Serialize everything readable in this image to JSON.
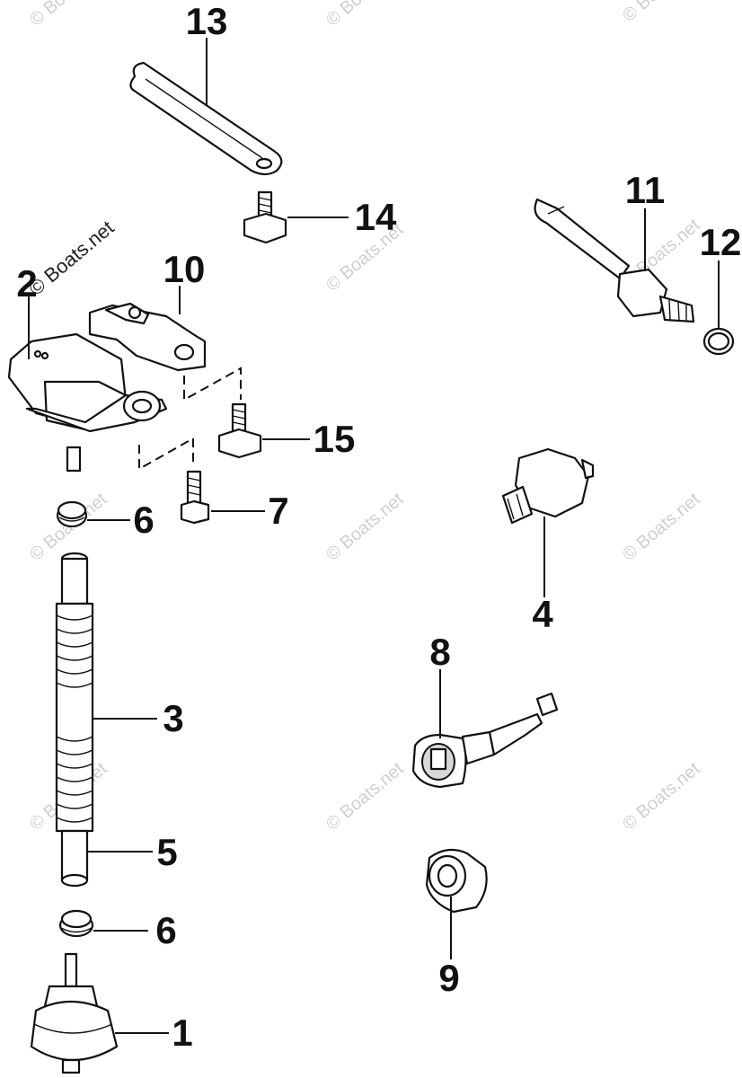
{
  "watermark_text": "© Boats.net",
  "callouts": {
    "p1": "1",
    "p2": "2",
    "p3": "3",
    "p4": "4",
    "p5": "5",
    "p6a": "6",
    "p6b": "6",
    "p7": "7",
    "p8": "8",
    "p9": "9",
    "p10": "10",
    "p11": "11",
    "p12": "12",
    "p13": "13",
    "p14": "14",
    "p15": "15"
  }
}
